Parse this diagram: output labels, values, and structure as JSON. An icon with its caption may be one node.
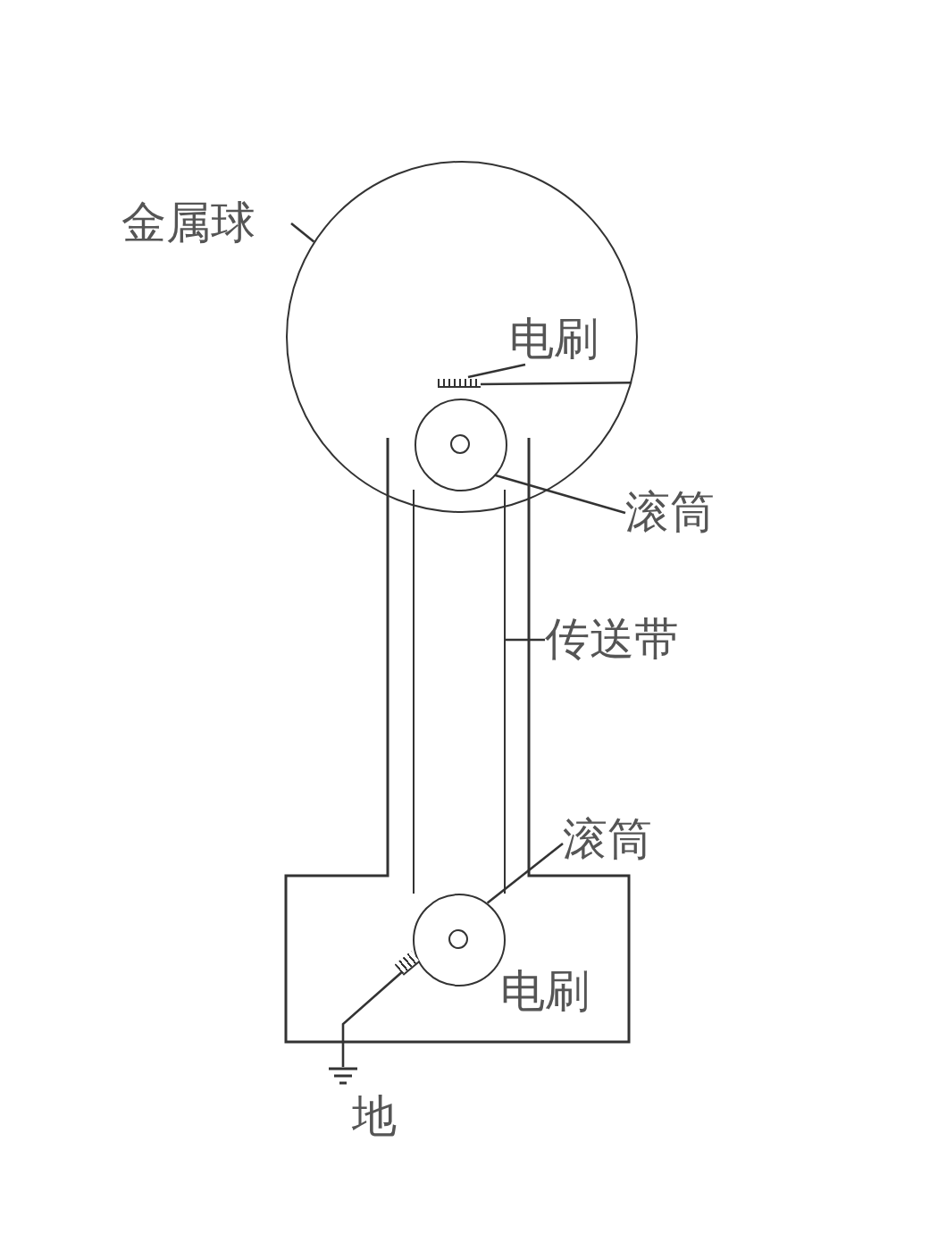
{
  "diagram": {
    "nodes": [
      {
        "text": [
          "金属球"
        ]
      },
      {
        "text": [],
        "shape": "circle"
      },
      {
        "text": [
          "电刷"
        ],
        "in": 1
      },
      {
        "text": [],
        "shape": "bar",
        "in": 1
      },
      {
        "text": [
          "滚筒"
        ]
      },
      {
        "text": [],
        "shape": "circle",
        "in": 1
      },
      {
        "text": [
          "传送带"
        ]
      },
      {
        "text": [],
        "shape": "box"
      },
      {
        "text": [
          "滚筒"
        ]
      },
      {
        "text": [],
        "shape": "circle"
      },
      {
        "text": [],
        "shape": "bar"
      },
      {
        "text": [],
        "shape": "ground"
      }
    ],
    "edges": [
      {
        "from": 0,
        "to": 1,
        "arrow": "none"
      },
      {
        "from": 2,
        "to": 3,
        "arrow": "none"
      },
      {
        "from": 3,
        "to": 1,
        "arrow": "none"
      },
      {
        "from": 4,
        "to": 5,
        "arrow": "none"
      },
      {
        "from": 6,
        "to": 7,
        "arrow": "none"
      },
      {
        "from": 8,
        "to": 9,
        "arrow": "none"
      },
      {
        "from": 10,
        "to": 11,
        "arrow": "none"
      }
    ],
    "labels": [
      "电刷",
      "地"
    ]
  }
}
